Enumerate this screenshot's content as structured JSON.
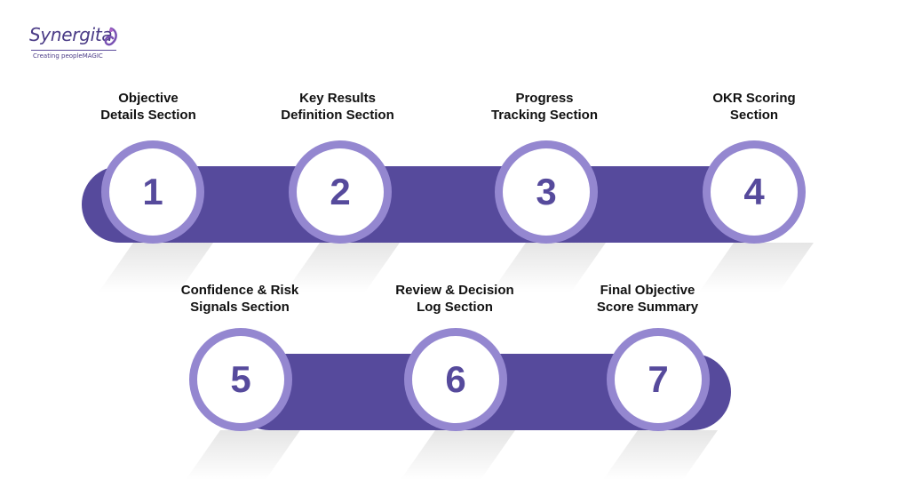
{
  "brand": {
    "name": "Synergita",
    "tagline": "Creating peopleMAGIC",
    "accent": "#564a9c",
    "ring": "#9487d0"
  },
  "steps": [
    {
      "number": "1",
      "label_line1": "Objective",
      "label_line2": "Details Section"
    },
    {
      "number": "2",
      "label_line1": "Key Results",
      "label_line2": "Definition Section"
    },
    {
      "number": "3",
      "label_line1": "Progress",
      "label_line2": "Tracking Section"
    },
    {
      "number": "4",
      "label_line1": "OKR Scoring",
      "label_line2": "Section"
    },
    {
      "number": "5",
      "label_line1": "Confidence & Risk",
      "label_line2": "Signals Section"
    },
    {
      "number": "6",
      "label_line1": "Review & Decision",
      "label_line2": "Log Section"
    },
    {
      "number": "7",
      "label_line1": "Final Objective",
      "label_line2": "Score Summary"
    }
  ]
}
